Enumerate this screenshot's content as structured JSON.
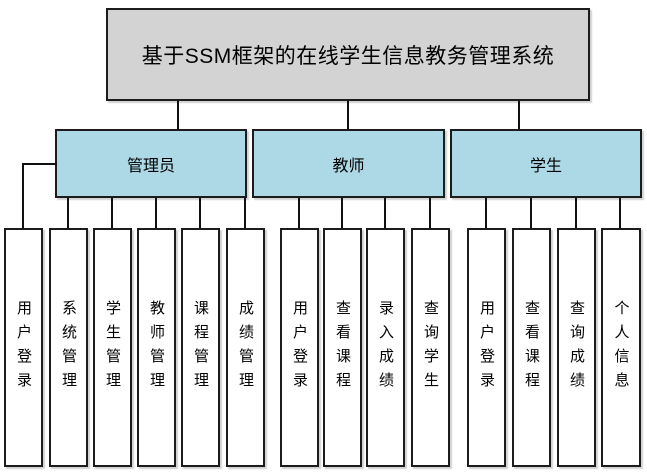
{
  "diagram": {
    "title": "基于SSM框架的在线学生信息教务管理系统",
    "type": "hierarchy",
    "colors": {
      "title_fill": "#d3d3d3",
      "group_fill": "#add8e6",
      "leaf_fill": "#ffffff",
      "border": "#1c1c1c",
      "connector": "#111111"
    },
    "groups": [
      {
        "label": "管理员",
        "children": [
          "用户登录",
          "系统管理",
          "学生管理",
          "教师管理",
          "课程管理",
          "成绩管理"
        ]
      },
      {
        "label": "教师",
        "children": [
          "用户登录",
          "查看课程",
          "录入成绩",
          "查询学生"
        ]
      },
      {
        "label": "学生",
        "children": [
          "用户登录",
          "查看课程",
          "查询成绩",
          "个人信息"
        ]
      }
    ]
  }
}
